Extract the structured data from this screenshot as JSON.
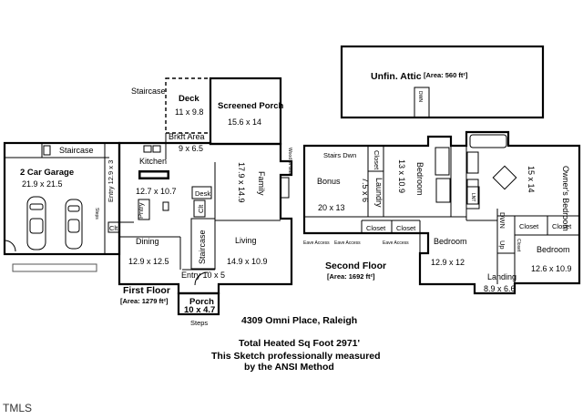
{
  "first_floor": {
    "rooms": {
      "staircase_top": "Staircase",
      "deck": "Deck",
      "deck_dim": "11 x 9.8",
      "screened_porch": "Screened Porch",
      "screened_porch_dim": "15.6 x 14",
      "garage": "2 Car Garage",
      "garage_dim": "21.9 x 21.5",
      "garage_staircase": "Staircase",
      "kitchen": "Kitchen",
      "kitchen_dim": "12.7 x 10.7",
      "brkft": "Brkft Area",
      "brkft_dim": "9 x 6.5",
      "entry_side": "Entry 12.9 x 3",
      "family": "Family",
      "family_dim": "17.9 x 14.9",
      "desk": "Desk",
      "pantry": "Pntry",
      "clt1": "Clt",
      "clt2": "Clt",
      "staircase_mid": "Staircase",
      "dining": "Dining",
      "dining_dim": "12.9 x 12.5",
      "living": "Living",
      "living_dim": "14.9 x 10.9",
      "entry": "Entry 10 x 5",
      "porch": "Porch",
      "porch_dim": "10 x 4.7",
      "steps": "Steps",
      "steps_side": "Steps",
      "wood_stove": "Wood St Gas"
    },
    "title": "First Floor",
    "area": "[Area: 1279 ft²]"
  },
  "second_floor": {
    "rooms": {
      "stairs_dwn": "Stairs Dwn",
      "bonus": "Bonus",
      "bonus_dim": "20 x 13",
      "closet_a": "Closet",
      "laundry": "Laundry",
      "laundry_dim": "7.5 x 6",
      "bedroom_a": "Bedroom",
      "bedroom_a_dim": "13 x 10.9",
      "lnt": "LNT",
      "owners": "Owner's Bedroom",
      "owners_dim": "15 x 14",
      "closet_b": "Closet",
      "closet_c": "Closet",
      "closet_d": "Closet",
      "closet_e": "Closet",
      "bedroom_b": "Bedroom",
      "bedroom_b_dim": "12.9 x 12",
      "dwn": "DWN",
      "up": "Up",
      "closet_f": "Closet",
      "bedroom_c": "Bedroom",
      "bedroom_c_dim": "12.6 x 10.9",
      "landing": "Landing",
      "landing_dim": "8.9 x 6.6",
      "eave1": "Eave Access",
      "eave2": "Eave Access",
      "eave3": "Eave Access"
    },
    "title": "Second Floor",
    "area": "[Area: 1692 ft²]"
  },
  "attic": {
    "label": "Unfin. Attic",
    "area": "[Area: 560 ft²]",
    "dwn": "DWN"
  },
  "captions": {
    "address": "4309 Omni Place, Raleigh",
    "heated": "Total Heated Sq Foot 2971'",
    "measured1": "This Sketch professionally measured",
    "measured2": "by the ANSI Method"
  },
  "watermark": "TMLS"
}
